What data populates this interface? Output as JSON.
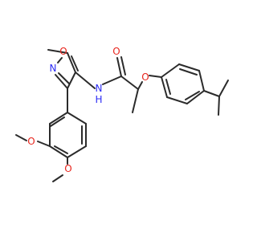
{
  "colors": {
    "bond": "#2b2b2b",
    "oxygen": "#e8251d",
    "nitrogen": "#2c2cf5",
    "carbon": "#2b2b2b"
  },
  "atoms": {
    "ring_oxygen": "O",
    "ring_n_left": "N",
    "amide_nh": "N",
    "amide_h": "H",
    "carbonyl_oxygen": "O",
    "ether_oxygen": "O",
    "methoxy_top_oxygen": "O",
    "methoxy_bottom_oxygen": "O"
  }
}
